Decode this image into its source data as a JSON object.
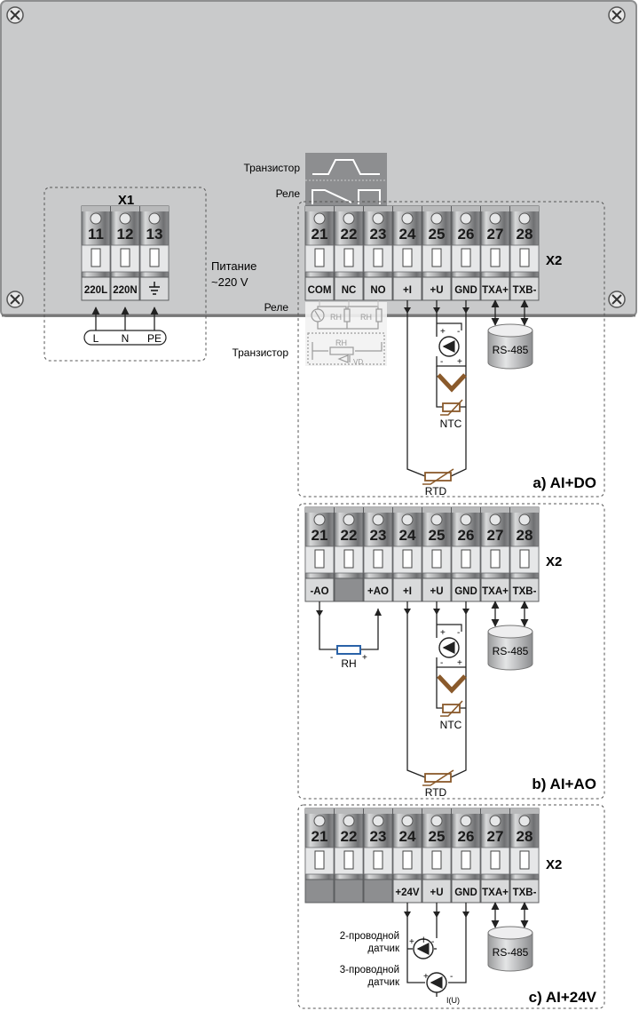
{
  "x1": {
    "title": "X1",
    "terminals": [
      "11",
      "12",
      "13"
    ],
    "labels": [
      "220L",
      "220N",
      ""
    ],
    "ground_symbol": "earth-ground-icon",
    "wires": [
      "L",
      "N",
      "PE"
    ],
    "power_label_1": "Питание",
    "power_label_2": "~220 V"
  },
  "annotations": {
    "transistor_top": "Транзистор",
    "relay_top": "Реле",
    "relay_side": "Реле",
    "transistor_side": "Транзистор",
    "rh": "RH",
    "vd": "VD"
  },
  "blocks": [
    {
      "title": "X2",
      "caption": "a) AI+DO",
      "terminals": [
        "21",
        "22",
        "23",
        "24",
        "25",
        "26",
        "27",
        "28"
      ],
      "labels": [
        "COM",
        "NC",
        "NO",
        "+I",
        "+U",
        "GND",
        "TXA+",
        "TXB-"
      ],
      "rs485": "RS-485",
      "ntc": "NTC",
      "rtd": "RTD"
    },
    {
      "title": "X2",
      "caption": "b) AI+AO",
      "terminals": [
        "21",
        "22",
        "23",
        "24",
        "25",
        "26",
        "27",
        "28"
      ],
      "labels": [
        "-AO",
        "",
        "+AO",
        "+I",
        "+U",
        "GND",
        "TXA+",
        "TXB-"
      ],
      "rs485": "RS-485",
      "ntc": "NTC",
      "rtd": "RTD",
      "load": "RH"
    },
    {
      "title": "X2",
      "caption": "c) AI+24V",
      "terminals": [
        "21",
        "22",
        "23",
        "24",
        "25",
        "26",
        "27",
        "28"
      ],
      "labels": [
        "",
        "",
        "",
        "+24V",
        "+U",
        "GND",
        "TXA+",
        "TXB-"
      ],
      "rs485": "RS-485",
      "sensor2_1": "2-проводной",
      "sensor2_2": "датчик",
      "sensor3_1": "3-проводной",
      "sensor3_2": "датчик",
      "iu": "I(U)"
    }
  ],
  "colors": {
    "panel": "#c9cacb",
    "panel_border": "#8e8f90",
    "terminal_body": "#9a9b9c",
    "sensor_brown": "#8a5a2b",
    "load_blue": "#2a62a8"
  }
}
